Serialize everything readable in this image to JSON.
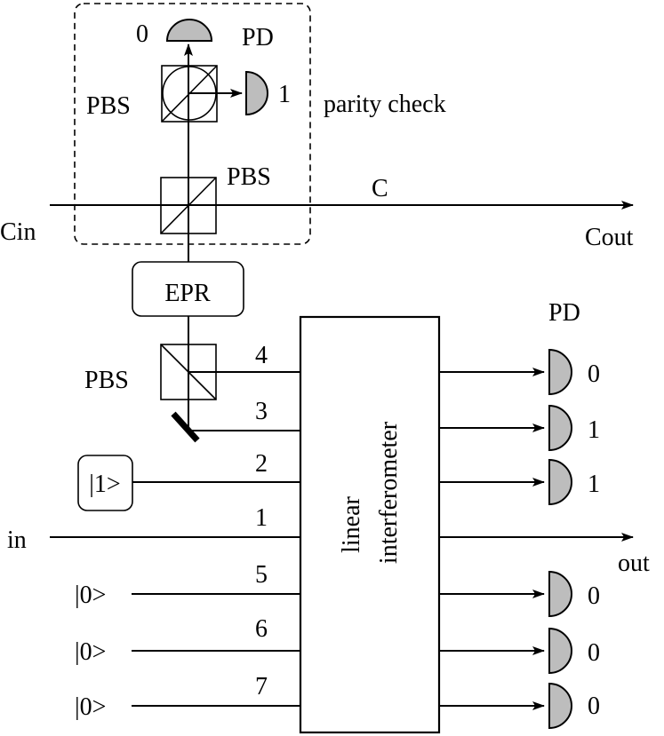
{
  "labels": {
    "pd_top": "PD",
    "pd_top_zero": "0",
    "pd_top_one": "1",
    "pbs_top": "PBS",
    "parity_check": "parity check",
    "pbs_mid": "PBS",
    "c_label": "C",
    "cin": "Cin",
    "cout": "Cout",
    "epr": "EPR",
    "pd_right": "PD",
    "pbs_low": "PBS",
    "mode4": "4",
    "mode3": "3",
    "mode2": "2",
    "mode1": "1",
    "mode5": "5",
    "mode6": "6",
    "mode7": "7",
    "ket1": "|1>",
    "in": "in",
    "out": "out",
    "ket0_a": "|0>",
    "ket0_b": "|0>",
    "ket0_c": "|0>",
    "interferometer_line1": "linear",
    "interferometer_line2": "interferometer",
    "out_r1": "0",
    "out_r2": "1",
    "out_r3": "1",
    "out_r5": "0",
    "out_r6": "0",
    "out_r7": "0"
  },
  "colors": {
    "detector_fill": "#bdbdbd",
    "stroke": "#000000"
  }
}
